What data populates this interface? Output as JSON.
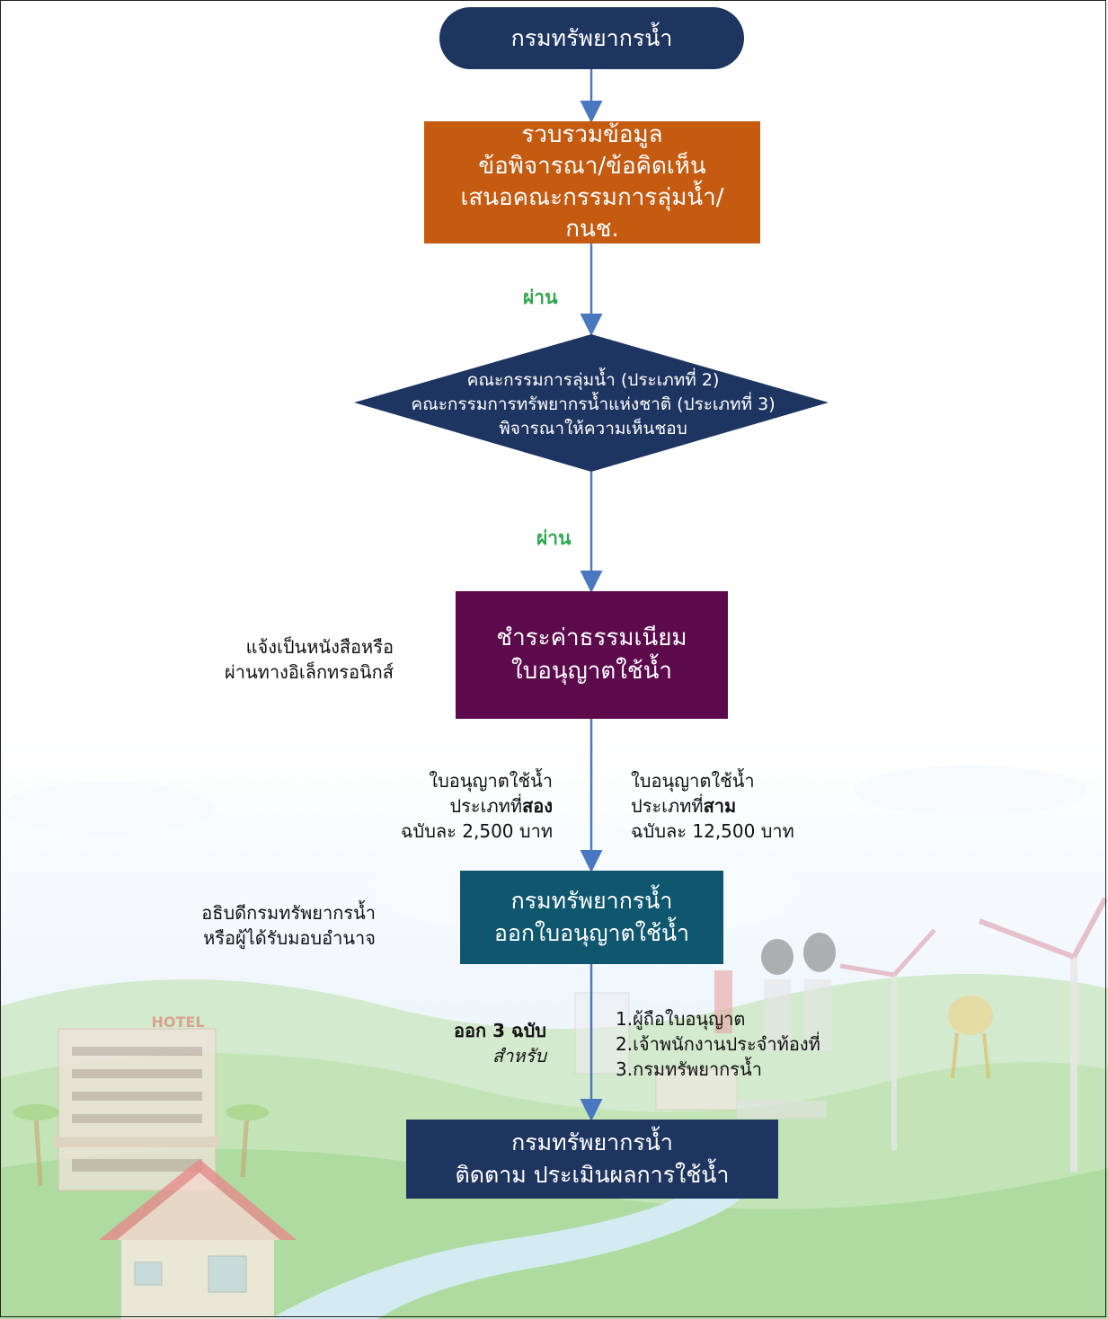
{
  "nodes": {
    "start": "กรมทรัพยากรน้ำ",
    "collect": [
      "รวบรวมข้อมูล",
      "ข้อพิจารณา/ข้อคิดเห็น",
      "เสนอคณะกรรมการลุ่มน้ำ/",
      "กนช."
    ],
    "decision": [
      "คณะกรรมการลุ่มน้ำ (ประเภทที่ 2)",
      "คณะกรรมการทรัพยากรน้ำแห่งชาติ (ประเภทที่ 3)",
      "พิจารณาให้ความเห็นชอบ"
    ],
    "fee": [
      "ชำระค่าธรรมเนียม",
      "ใบอนุญาตใช้น้ำ"
    ],
    "issue": [
      "กรมทรัพยากรน้ำ",
      "ออกใบอนุญาตใช้น้ำ"
    ],
    "monitor": [
      "กรมทรัพยากรน้ำ",
      "ติดตาม ประเมินผลการใช้น้ำ"
    ]
  },
  "edges": {
    "pass_1": "ผ่าน",
    "pass_2": "ผ่าน"
  },
  "notes": {
    "notify": [
      "แจ้งเป็นหนังสือหรือ",
      "ผ่านทางอิเล็กทรอนิกส์"
    ],
    "type2": {
      "line1": "ใบอนุญาตใช้น้ำ",
      "prefix": "ประเภทที่",
      "kind": "สอง",
      "line3": "ฉบับละ 2,500 บาท"
    },
    "type3": {
      "line1": "ใบอนุญาตใช้น้ำ",
      "prefix": "ประเภทที่",
      "kind": "สาม",
      "line3": "ฉบับละ 12,500 บาท"
    },
    "authority": [
      "อธิบดีกรมทรัพยากรน้ำ",
      "หรือผู้ได้รับมอบอำนาจ"
    ],
    "copies": {
      "title": "ออก 3 ฉบับ",
      "for": "สำหรับ"
    },
    "recipients": [
      "1.ผู้ถือใบอนุญาต",
      "2.เจ้าพนักงานประจำท้องที่",
      "3.กรมทรัพยากรน้ำ"
    ],
    "hotel_sign": "HOTEL"
  },
  "colors": {
    "navy": "#1e3560",
    "orange": "#c55a11",
    "diamond": "#1f3561",
    "purple": "#5c0a4b",
    "teal": "#0f566f",
    "arrow": "#4a78c0",
    "pass_green": "#2fa84f"
  }
}
